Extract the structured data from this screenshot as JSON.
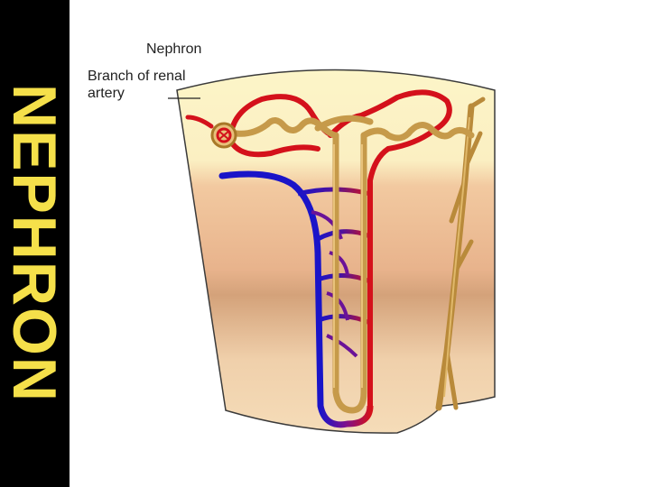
{
  "sidebar": {
    "title": "NEPHRON",
    "text_color": "#f5e04a",
    "background": "#000000"
  },
  "labels": {
    "nephron": "Nephron",
    "renal_artery": "Branch of renal artery"
  },
  "colors": {
    "artery": "#d4111b",
    "vein": "#1a14c8",
    "tubule": "#c69a4a",
    "tissue_top": "#fbf2c4",
    "tissue_bottom": "#d4a57a"
  }
}
